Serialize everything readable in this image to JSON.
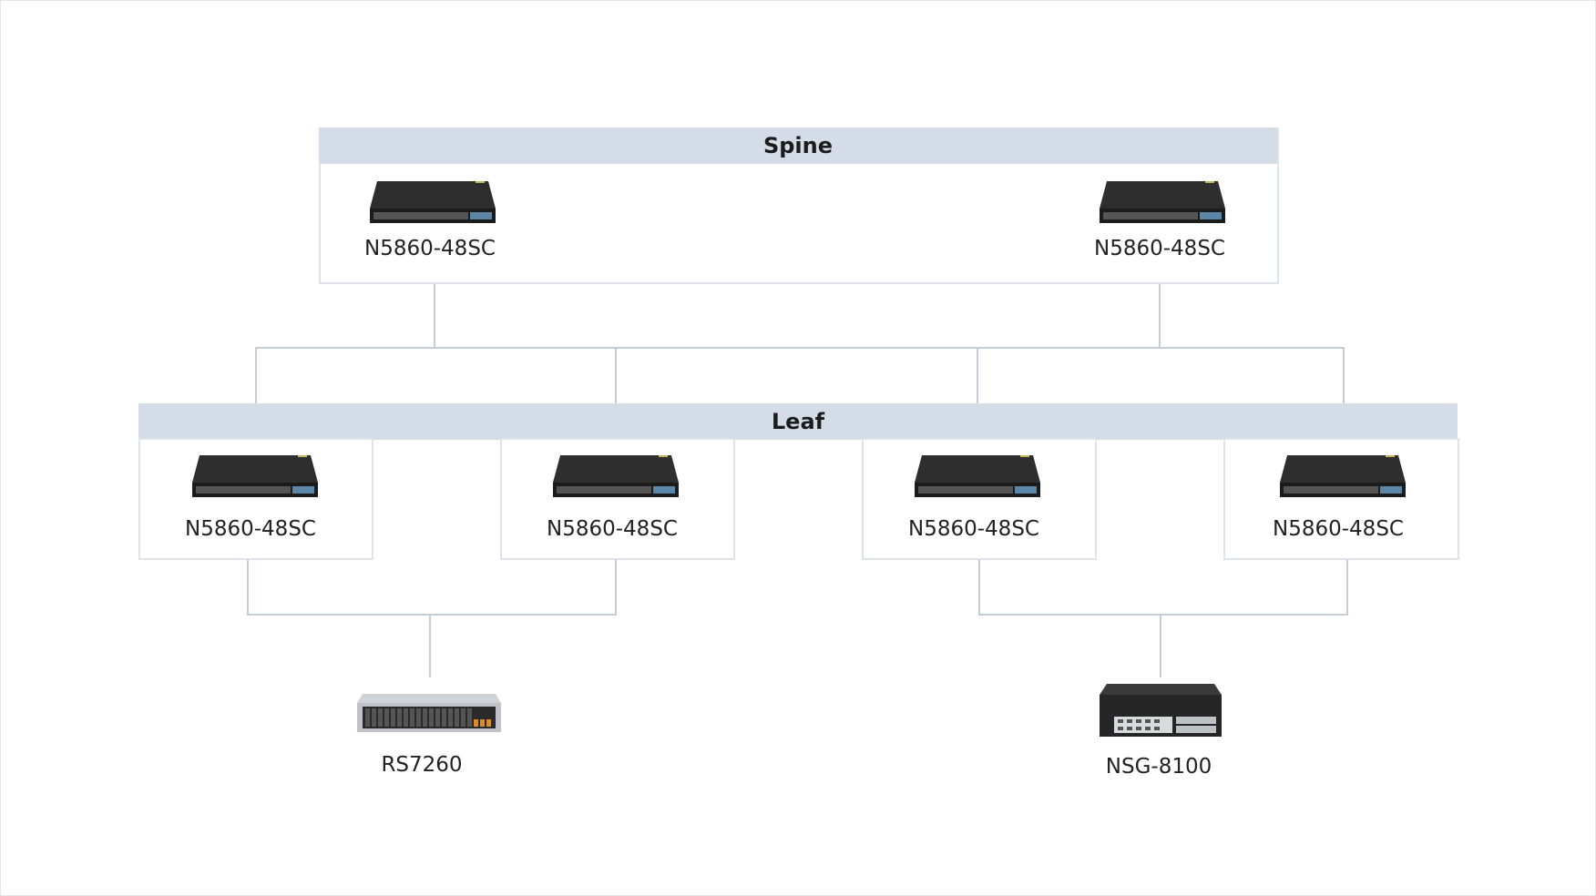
{
  "tiers": {
    "spine": {
      "title": "Spine"
    },
    "leaf": {
      "title": "Leaf"
    }
  },
  "devices": {
    "spine_1": {
      "model": "N5860-48SC",
      "icon": "switch-icon"
    },
    "spine_2": {
      "model": "N5860-48SC",
      "icon": "switch-icon"
    },
    "leaf_1": {
      "model": "N5860-48SC",
      "icon": "switch-icon"
    },
    "leaf_2": {
      "model": "N5860-48SC",
      "icon": "switch-icon"
    },
    "leaf_3": {
      "model": "N5860-48SC",
      "icon": "switch-icon"
    },
    "leaf_4": {
      "model": "N5860-48SC",
      "icon": "switch-icon"
    },
    "server": {
      "model": "RS7260",
      "icon": "server-icon"
    },
    "firewall": {
      "model": "NSG-8100",
      "icon": "firewall-icon"
    }
  },
  "colors": {
    "header_bg": "#d4dce7",
    "border": "#dde3ea",
    "link": "#c3cdd9",
    "device_body": "#2b2b2b"
  }
}
